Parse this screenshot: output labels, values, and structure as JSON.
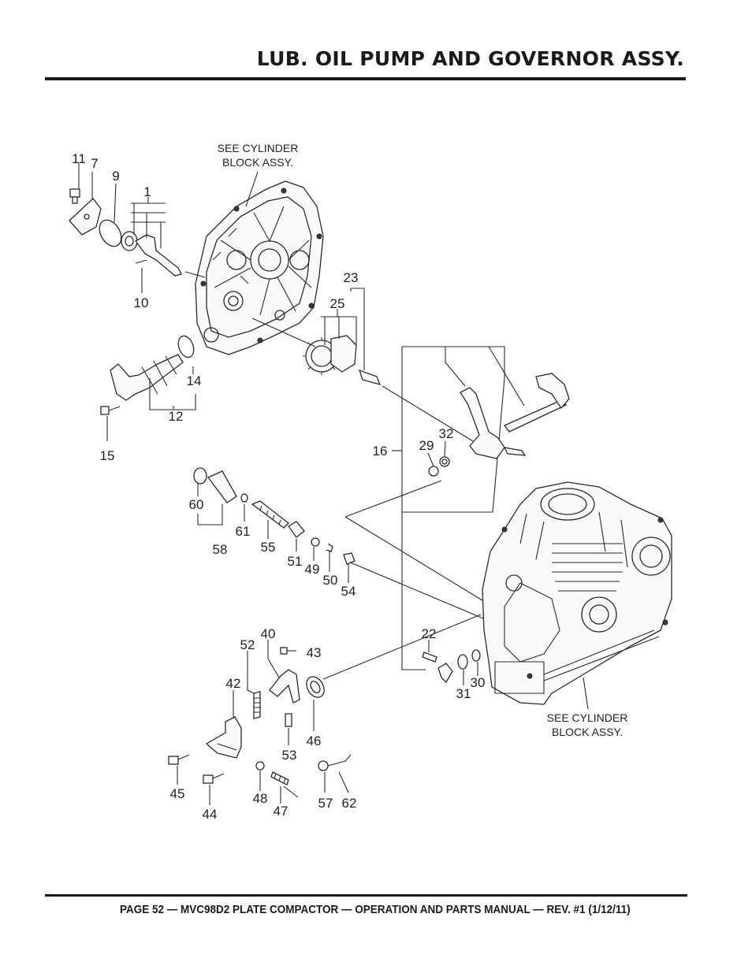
{
  "header": {
    "title": "LUB. OIL PUMP AND GOVERNOR ASSY."
  },
  "diagram": {
    "notes": {
      "top_l1": "SEE CYLINDER",
      "top_l2": "BLOCK ASSY.",
      "bot_l1": "SEE CYLINDER",
      "bot_l2": "BLOCK ASSY."
    },
    "labels": {
      "p11": "11",
      "p7": "7",
      "p9": "9",
      "p1": "1",
      "p10": "10",
      "p23": "23",
      "p25": "25",
      "p14": "14",
      "p12": "12",
      "p15": "15",
      "p16": "16",
      "p29": "29",
      "p32": "32",
      "p60": "60",
      "p61": "61",
      "p58": "58",
      "p55": "55",
      "p51": "51",
      "p49": "49",
      "p50": "50",
      "p54": "54",
      "p52": "52",
      "p40": "40",
      "p43": "43",
      "p42": "42",
      "p53": "53",
      "p46": "46",
      "p45": "45",
      "p44": "44",
      "p48": "48",
      "p47": "47",
      "p57": "57",
      "p62": "62",
      "p22": "22",
      "p31": "31",
      "p30": "30"
    }
  },
  "footer": {
    "text": "PAGE 52 — MVC98D2 PLATE COMPACTOR — OPERATION AND PARTS MANUAL — REV. #1 (1/12/11)"
  }
}
